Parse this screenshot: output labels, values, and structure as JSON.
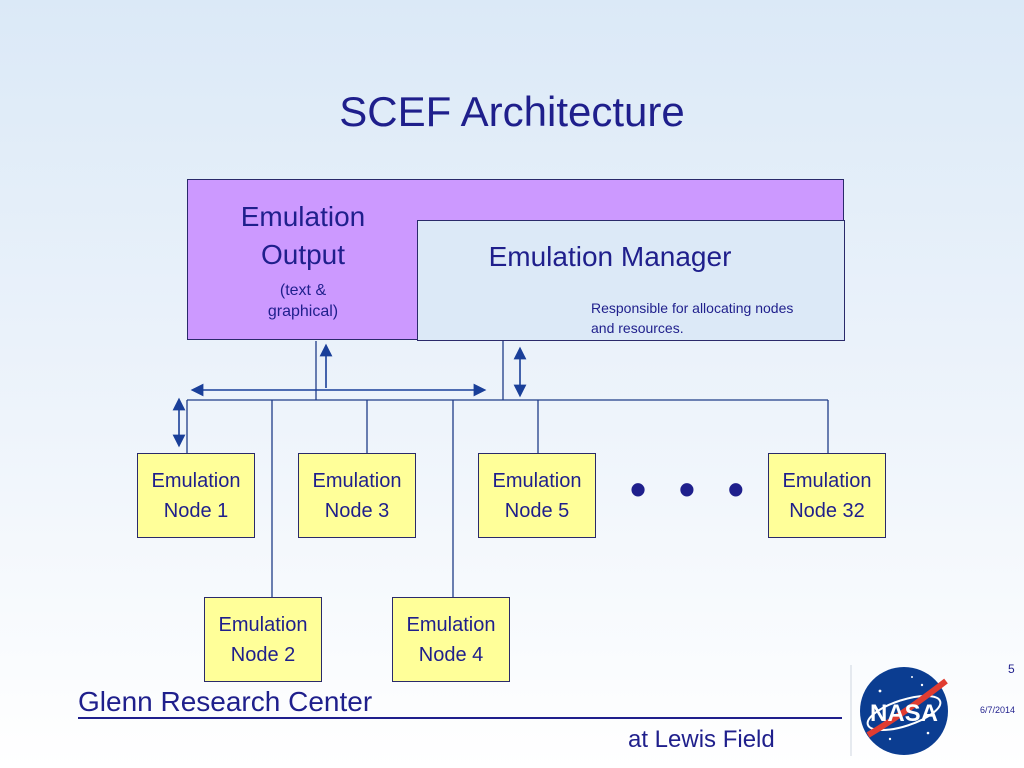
{
  "slide": {
    "title": "SCEF Architecture",
    "page_number": "5",
    "date": "6/7/2014"
  },
  "output_box": {
    "title_line1": "Emulation",
    "title_line2": "Output",
    "sub_line1": "(text &",
    "sub_line2": "graphical)",
    "fill_color": "#cc99ff"
  },
  "manager_box": {
    "title": "Emulation Manager",
    "desc_line1": "Responsible for allocating nodes",
    "desc_line2": "and resources.",
    "fill_color": "#dce9f7"
  },
  "nodes": [
    {
      "line1": "Emulation",
      "line2": "Node 1"
    },
    {
      "line1": "Emulation",
      "line2": "Node 3"
    },
    {
      "line1": "Emulation",
      "line2": "Node 5"
    },
    {
      "line1": "Emulation",
      "line2": "Node 32"
    },
    {
      "line1": "Emulation",
      "line2": "Node 2"
    },
    {
      "line1": "Emulation",
      "line2": "Node 4"
    }
  ],
  "node_color": "#ffff99",
  "ellipsis": "• • •",
  "footer": {
    "org_name": "Glenn Research Center",
    "org_sub": "at Lewis Field",
    "logo_text": "NASA"
  },
  "colors": {
    "text": "#1f1f8c",
    "lines": "#1f3c88",
    "arrows": "#1a3f99"
  }
}
